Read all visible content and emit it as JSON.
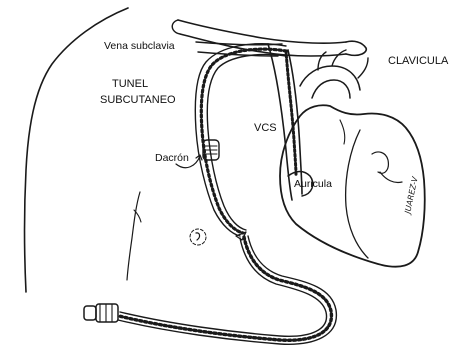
{
  "labels": {
    "vena_subclavia": "Vena subclavia",
    "clavicula": "CLAVICULA",
    "tunel_line1": "TUNEL",
    "tunel_line2": "SUBCUTANEO",
    "vcs": "VCS",
    "dacron": "Dacrón",
    "auricula": "Auricula"
  },
  "signature": "JUAREZ-V",
  "colors": {
    "ink": "#1a1a1a",
    "background": "#ffffff"
  }
}
